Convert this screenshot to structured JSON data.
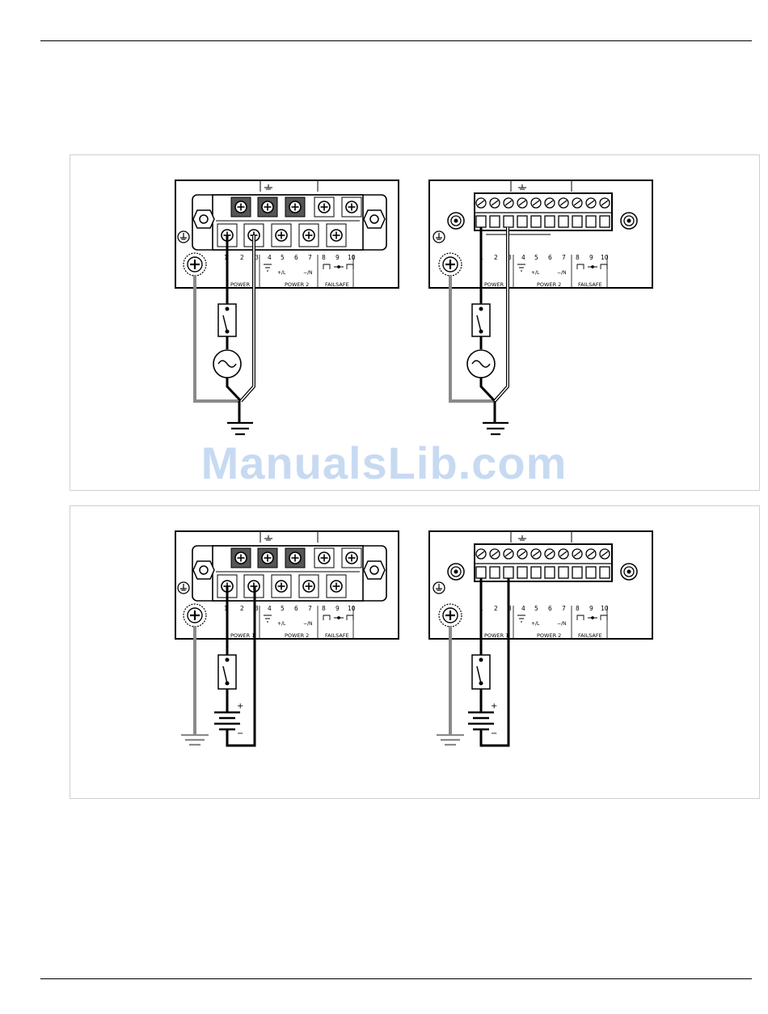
{
  "labels": {
    "term1": "1",
    "term2": "2",
    "term3": "3",
    "term4": "4",
    "term5": "5",
    "term6": "6",
    "term7": "7",
    "term8": "8",
    "term9": "9",
    "term10": "10",
    "lplus": "+/L",
    "nminus": "−/N",
    "power1": "POWER 1",
    "power2": "POWER 2",
    "failsafe": "FAILSAFE",
    "plus": "+",
    "minus": "−"
  },
  "watermark": "ManualsLib.com",
  "colors": {
    "line": "#000000",
    "ground_wire": "#8a8a8a",
    "frame_border": "#cfcfcf",
    "dark_terminal": "#555555",
    "watermark": "#c7daf2"
  }
}
